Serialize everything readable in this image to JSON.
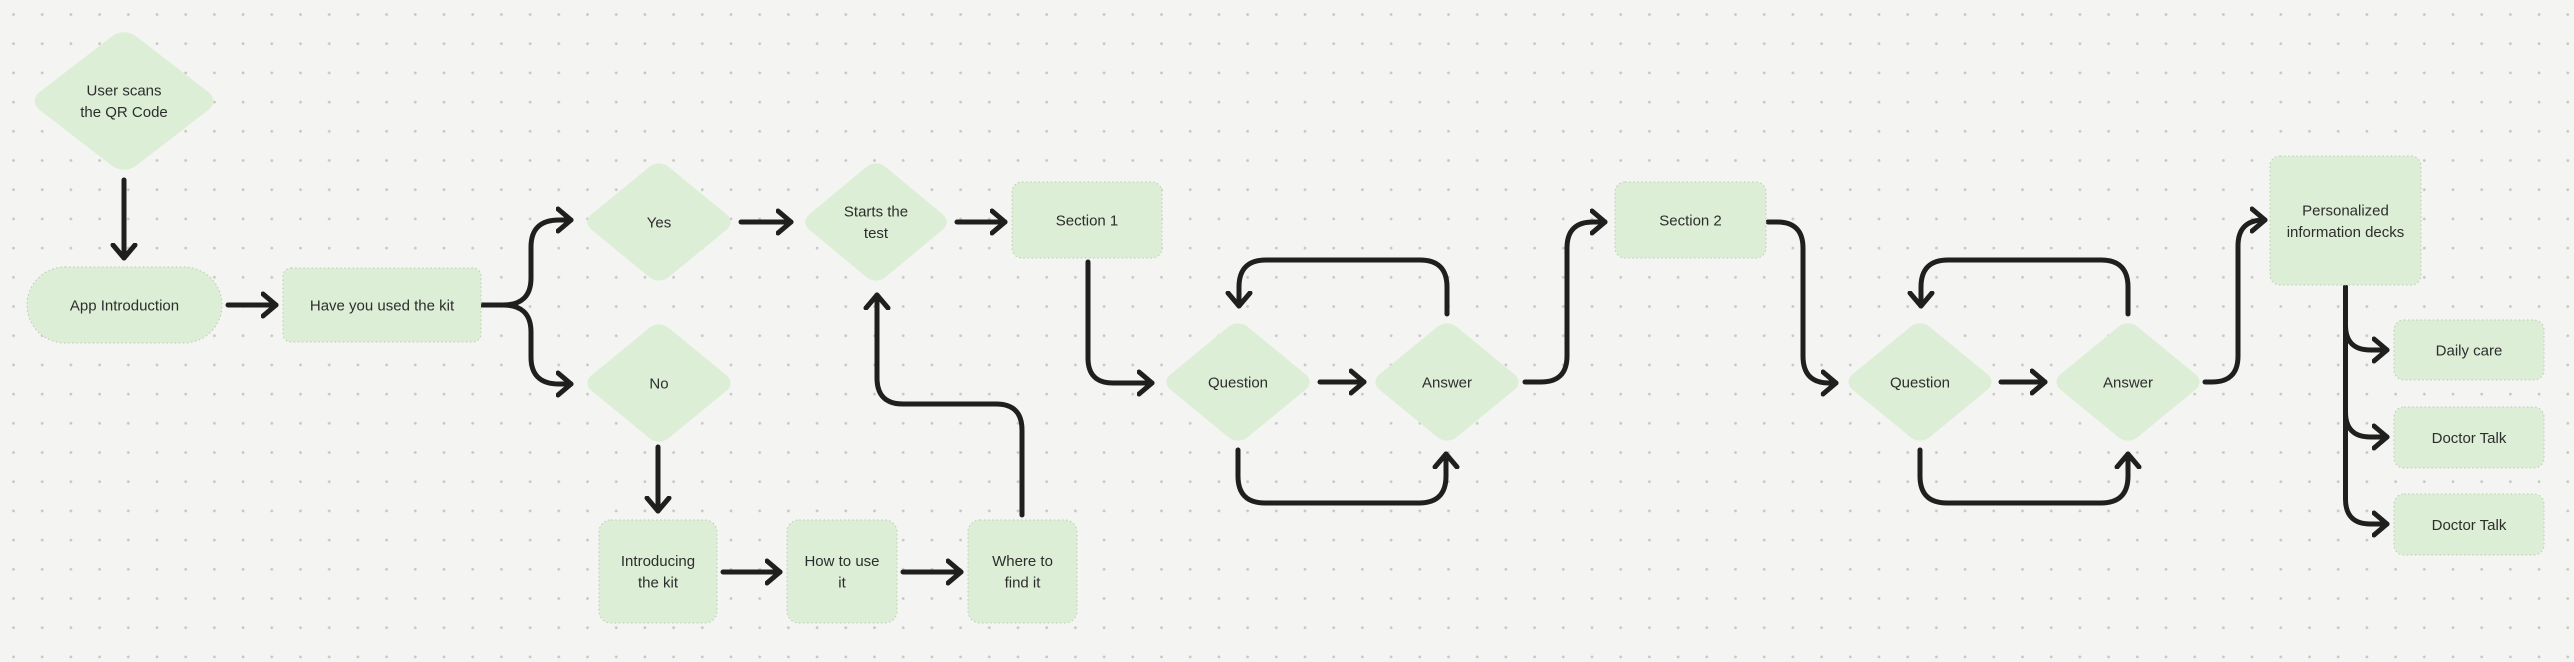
{
  "theme": {
    "canvas_bg": "#f4f4f2",
    "dot_color": "#c7c7c4",
    "node_fill": "#ddeed7",
    "node_border": "#b9cdb2",
    "connector_color": "#1f1f1f",
    "text_color": "#2d2d2d"
  },
  "flowchart": {
    "nodes": {
      "user_scans_qr": {
        "shape": "diamond",
        "lines": [
          "User scans",
          "the QR Code"
        ]
      },
      "app_introduction": {
        "shape": "pill",
        "label": "App Introduction"
      },
      "have_you_used_the_kit": {
        "shape": "rectangle",
        "label": "Have you used the kit"
      },
      "yes": {
        "shape": "diamond",
        "label": "Yes"
      },
      "no": {
        "shape": "diamond",
        "label": "No"
      },
      "starts_the_test": {
        "shape": "diamond",
        "lines": [
          "Starts the",
          "test"
        ]
      },
      "section_1": {
        "shape": "rectangle",
        "label": "Section 1"
      },
      "question_1": {
        "shape": "diamond",
        "label": "Question"
      },
      "answer_1": {
        "shape": "diamond",
        "label": "Answer"
      },
      "section_2": {
        "shape": "rectangle",
        "label": "Section 2"
      },
      "question_2": {
        "shape": "diamond",
        "label": "Question"
      },
      "answer_2": {
        "shape": "diamond",
        "label": "Answer"
      },
      "personalized_decks": {
        "shape": "rectangle",
        "lines": [
          "Personalized",
          "information decks"
        ]
      },
      "daily_care": {
        "shape": "rectangle",
        "label": "Daily care"
      },
      "doctor_talk_1": {
        "shape": "rectangle",
        "label": "Doctor Talk"
      },
      "doctor_talk_2": {
        "shape": "rectangle",
        "label": "Doctor Talk"
      },
      "introducing_the_kit": {
        "shape": "rectangle",
        "lines": [
          "Introducing",
          "the kit"
        ]
      },
      "how_to_use_it": {
        "shape": "rectangle",
        "lines": [
          "How to use",
          "it"
        ]
      },
      "where_to_find_it": {
        "shape": "rectangle",
        "lines": [
          "Where to",
          "find it"
        ]
      }
    }
  }
}
